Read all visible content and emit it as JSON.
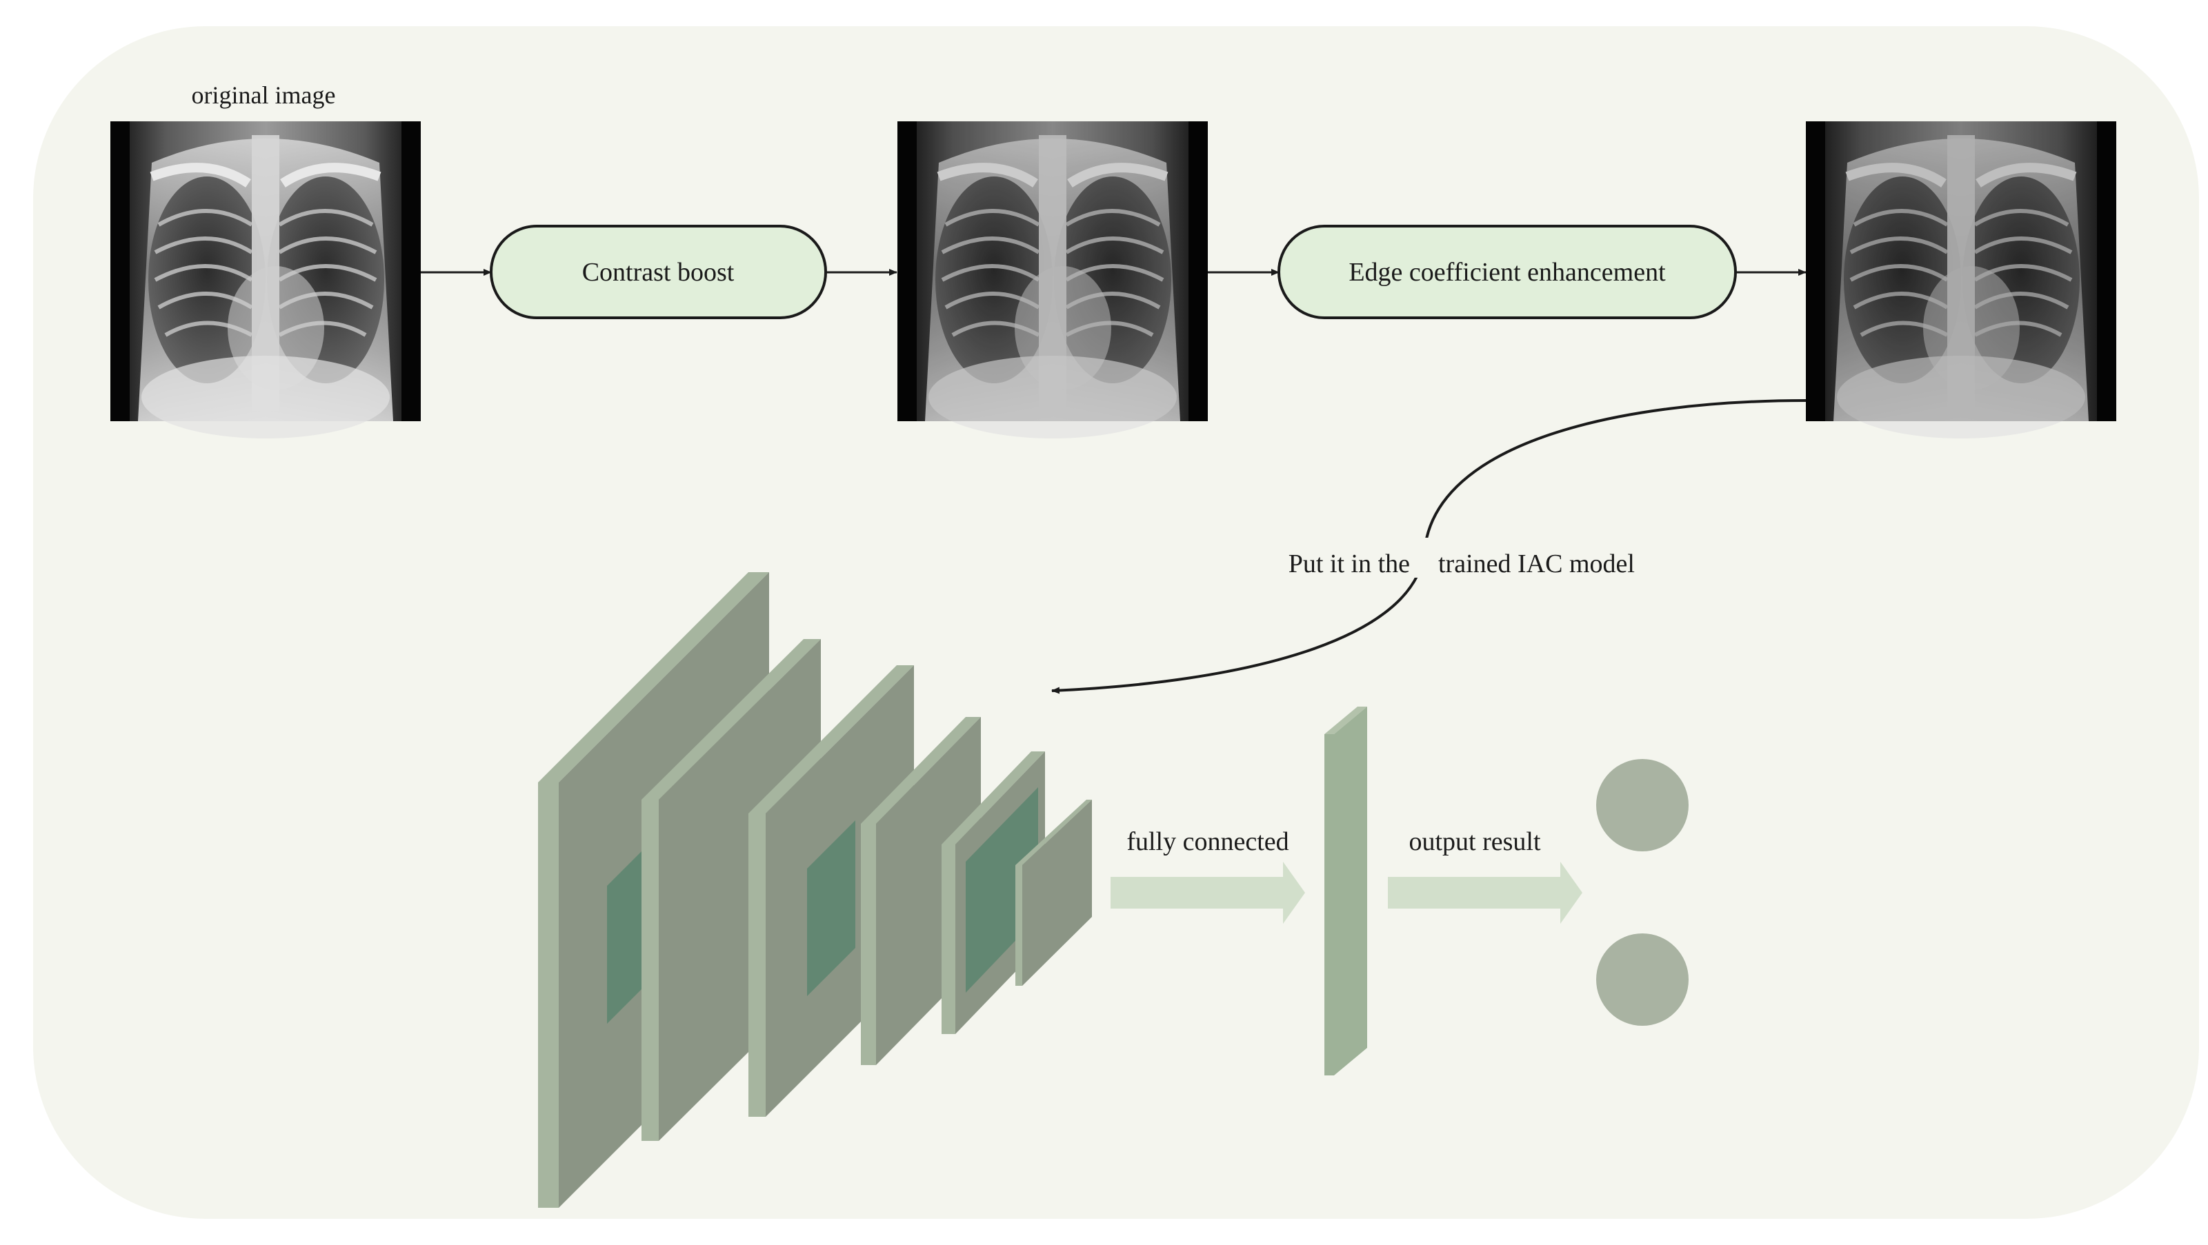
{
  "labels": {
    "original_image": "original image",
    "contrast_boost": "Contrast boost",
    "edge_enhancement": "Edge coefficient enhancement",
    "put_in_model_1": "Put it in the",
    "put_in_model_2": "trained IAC model",
    "fully_connected": "fully connected",
    "output_result": "output result"
  },
  "colors": {
    "background_panel": "#f4f5ee",
    "process_fill": "#e1efda",
    "layer_face": "#8b9585",
    "layer_side": "#a6b59f",
    "layer_kernel": "#628772",
    "flow_arrow": "#d2dfcb",
    "fc_bar": "#9eb298",
    "output_node": "#a9b3a2",
    "stroke": "#1a1a1a"
  }
}
